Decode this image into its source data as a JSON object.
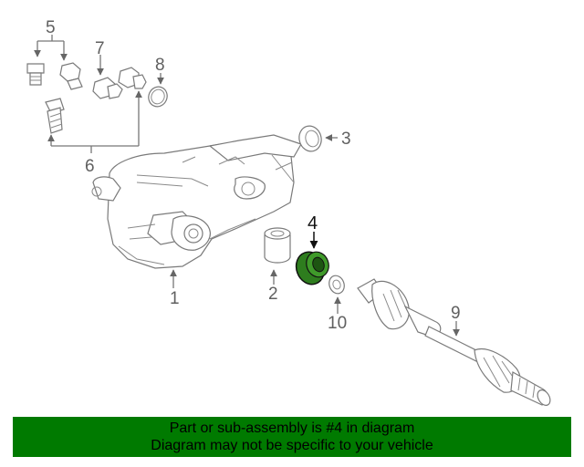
{
  "callouts": {
    "c1": "1",
    "c2": "2",
    "c3": "3",
    "c4": "4",
    "c5": "5",
    "c6": "6",
    "c7": "7",
    "c8": "8",
    "c9": "9",
    "c10": "10"
  },
  "banner": {
    "line1": "Part or sub-assembly is #4 in diagram",
    "line2": "Diagram may not be specific to your vehicle"
  },
  "colors": {
    "highlight_part": "#2e7d1e",
    "banner_bg": "#007a00"
  }
}
